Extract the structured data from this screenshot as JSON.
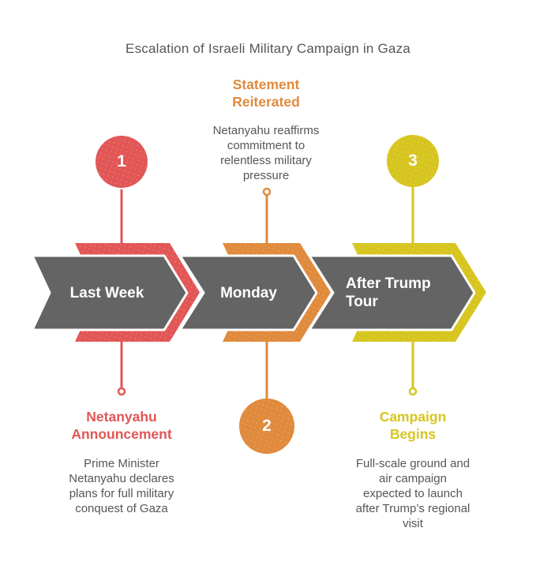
{
  "title": "Escalation of Israeli Military Campaign in Gaza",
  "colors": {
    "arrow_gray": "#646464",
    "text_gray": "#55565a",
    "step1_red": "#e25656",
    "step2_orange": "#e08a3c",
    "step3_yellow": "#d7c51f"
  },
  "steps": [
    {
      "number": "1",
      "color": "#e25656",
      "arrow_label": "Last Week",
      "heading": "Netanyahu Announcement",
      "description": "Prime Minister Netanyahu declares plans for full military conquest of Gaza"
    },
    {
      "number": "2",
      "color": "#e08a3c",
      "arrow_label": "Monday",
      "heading": "Statement Reiterated",
      "description": "Netanyahu reaffirms commitment to relentless military pressure"
    },
    {
      "number": "3",
      "color": "#d7c51f",
      "arrow_label": "After Trump Tour",
      "heading": "Campaign Begins",
      "description": "Full-scale ground and air campaign expected to launch after Trump’s regional visit"
    }
  ]
}
